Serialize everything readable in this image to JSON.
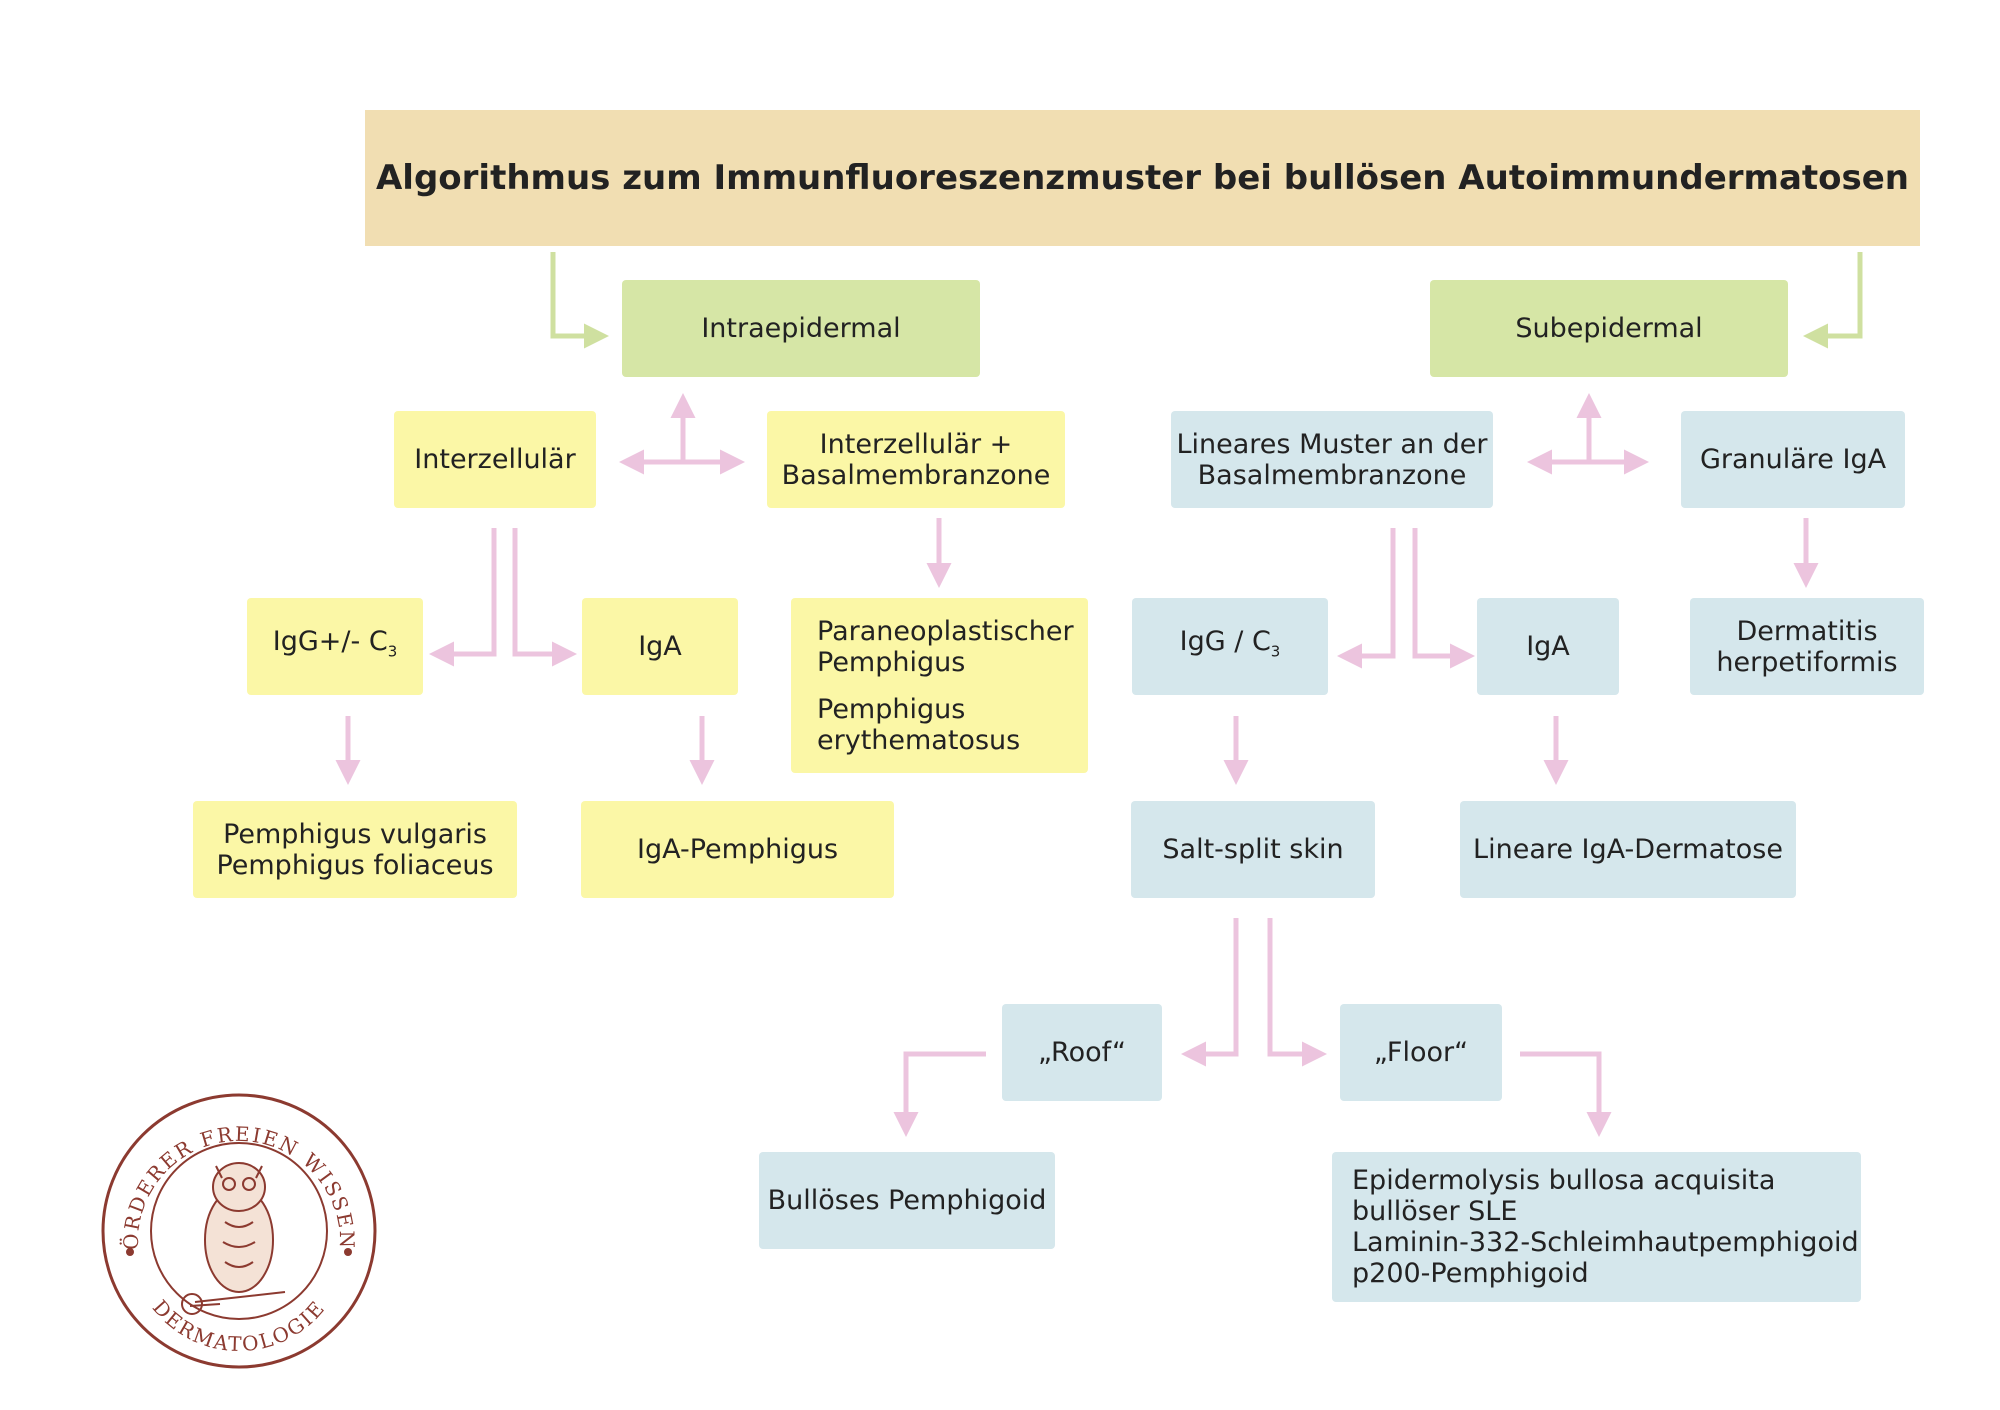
{
  "title": "Algorithmus zum Immunfluoreszenzmuster bei bullösen Autoimmundermatosen",
  "level1": {
    "intra": "Intraepidermal",
    "sub": "Subepidermal"
  },
  "intra": {
    "interzellular": "Interzellulär",
    "interzellular_bmz_line1": "Interzellulär +",
    "interzellular_bmz_line2": "Basalmembranzone",
    "igg_prefix": "IgG+/- C",
    "igg_subscript": "3",
    "iga": "IgA",
    "paraneo_line1": "Paraneoplastischer",
    "paraneo_line2": "Pemphigus",
    "erythem_line1": "Pemphigus",
    "erythem_line2": "erythematosus",
    "vulgaris": "Pemphigus vulgaris",
    "foliaceus": "Pemphigus foliaceus",
    "iga_pemphigus": "IgA-Pemphigus"
  },
  "sub": {
    "linear_line1": "Lineares Muster an der",
    "linear_line2": "Basalmembranzone",
    "granular": "Granuläre IgA",
    "igg_prefix": "IgG / C",
    "igg_subscript": "3",
    "iga": "IgA",
    "dh_line1": "Dermatitis",
    "dh_line2": "herpetiformis",
    "salt_split": "Salt-split skin",
    "linear_iga": "Lineare IgA-Dermatose",
    "roof": "„Roof“",
    "floor": "„Floor“",
    "bp": "Bullöses Pemphigoid",
    "floor_results": [
      "Epidermolysis bullosa acquisita",
      "bullöser SLE",
      "Laminin-332-Schleimhautpemphigoid",
      "p200-Pemphigoid"
    ]
  },
  "seal": {
    "top_text": "FÖRDERER FREIEN WISSENS",
    "bottom_text": "DERMATOLOGIE"
  },
  "colors": {
    "title_bg": "#f1deb2",
    "green": "#d6e6a6",
    "yellow": "#fbf7a6",
    "blue": "#d5e7ec",
    "green_arrow": "#cfe0a0",
    "pink_arrow": "#ecc4de",
    "seal": "#8c3a30"
  }
}
